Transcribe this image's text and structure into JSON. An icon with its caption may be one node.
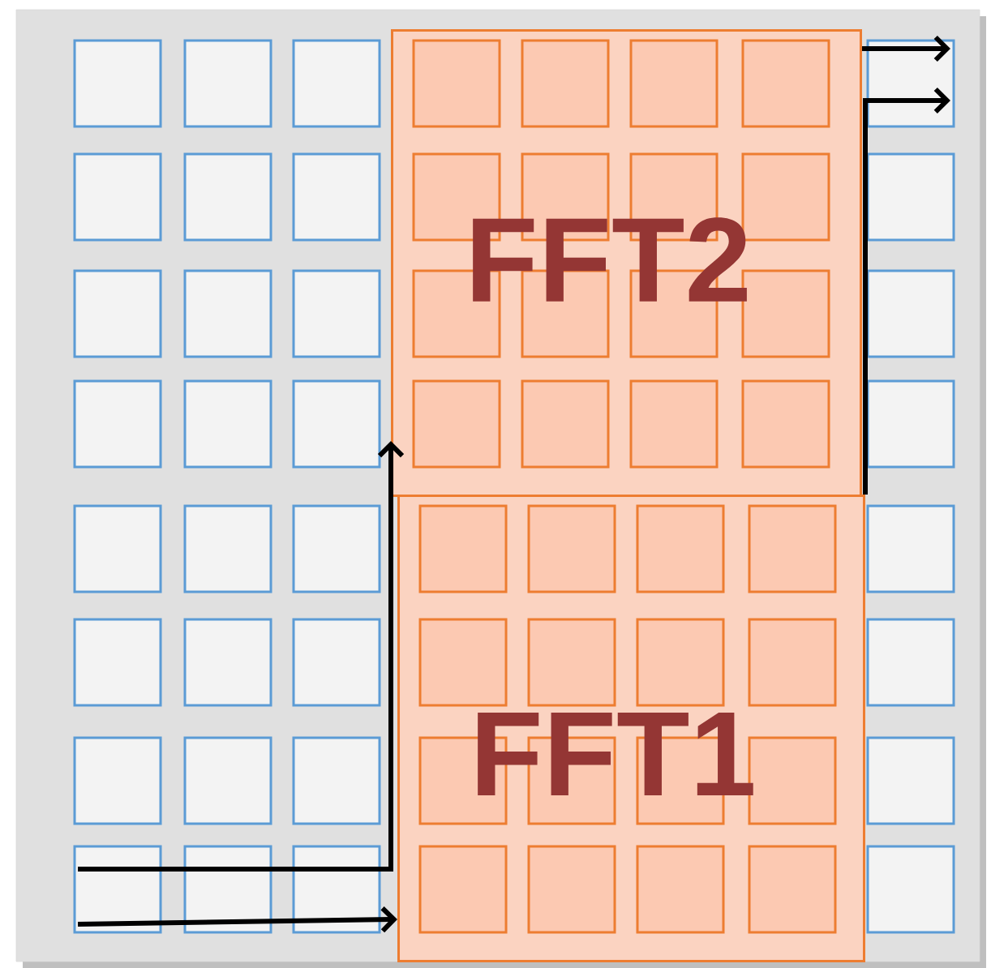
{
  "diagram": {
    "nodes": [
      {
        "text": [
          "FFT2"
        ]
      },
      {
        "text": [
          "FFT1"
        ]
      }
    ],
    "edges": [
      {
        "from": null,
        "to": 1,
        "arrow": "to"
      },
      {
        "from": null,
        "to": 0,
        "arrow": "to"
      },
      {
        "from": 0,
        "to": null,
        "arrow": "to"
      },
      {
        "from": 1,
        "to": null,
        "arrow": "to"
      }
    ]
  }
}
